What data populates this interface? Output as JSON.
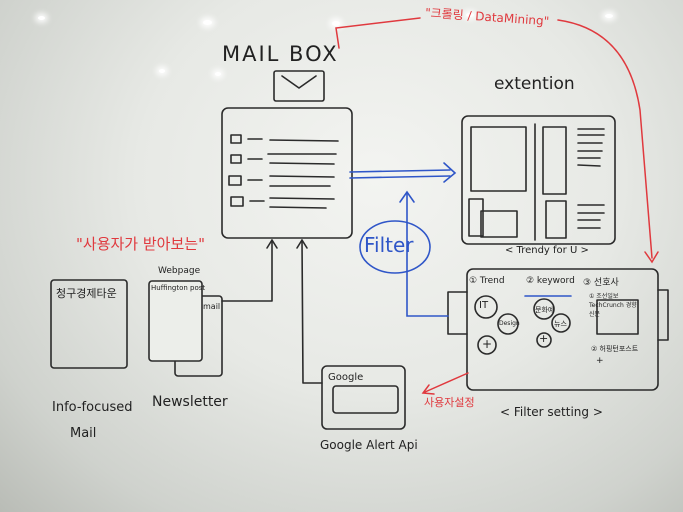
{
  "colors": {
    "ink": "#222222",
    "red": "#e0393e",
    "blue": "#2f56c8"
  },
  "labels": {
    "mailbox_title": "MAIL BOX",
    "crawling_note": "\"크롤링 / DataMining\"",
    "extension_title": "extention",
    "trendy_caption": "< Trendy for U >",
    "filter_bubble": "Filter",
    "user_view_note": "\"사용자가 받아보는\"",
    "info_mail_inner": "청구경제타운",
    "webpage_label": "Webpage",
    "huff_label": "Huffington post",
    "mail_label": "mail",
    "info_caption_1": "Info-focused",
    "info_caption_2": "Mail",
    "newsletter_caption": "Newsletter",
    "google_inner": "Google",
    "google_caption": "Google Alert Api",
    "user_setting_note": "사용자설정",
    "filter_setting_caption": "< Filter setting >",
    "trend_label": "① Trend",
    "keyword_label": "② keyword",
    "third_label": "③ 선호사",
    "bubble_it": "IT",
    "bubble_design": "Design",
    "bubble_kw1": "문화예",
    "bubble_kw2": "뉴스",
    "pref_box": "① 조선일보 TechCrunch 경향신문",
    "pref_other": "② 허핑턴포스트",
    "plus1": "+",
    "plus2": "+",
    "plus3": "+"
  }
}
